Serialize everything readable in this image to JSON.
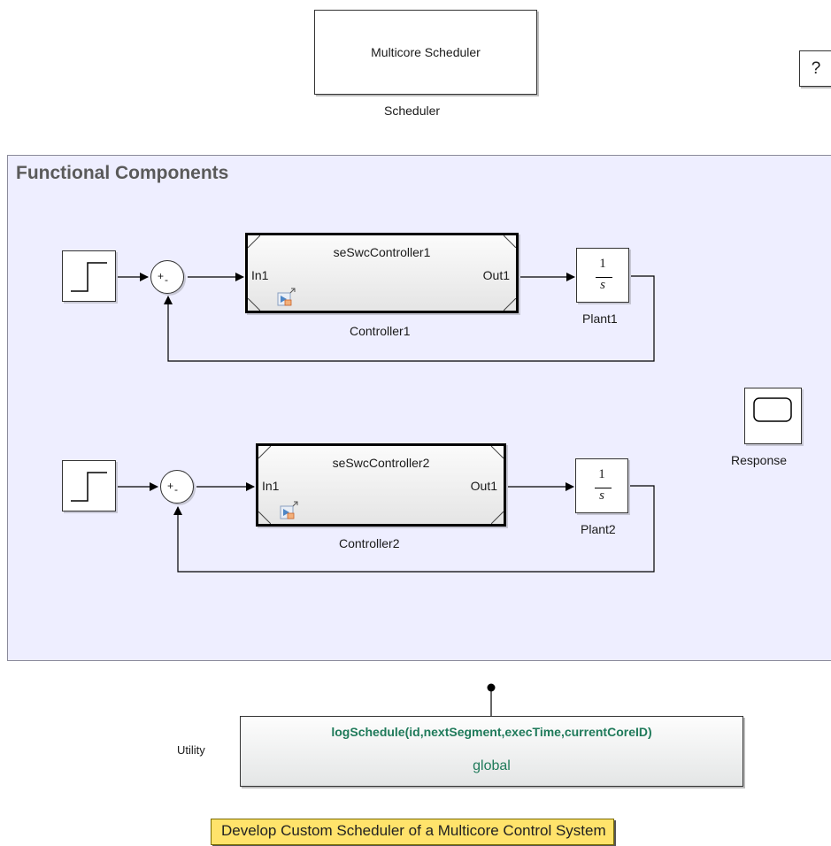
{
  "scheduler": {
    "block_text": "Multicore Scheduler",
    "label": "Scheduler"
  },
  "help": {
    "text": "?"
  },
  "area": {
    "title": "Functional Components"
  },
  "controller1": {
    "reference_name": "seSwcController1",
    "in_port": "In1",
    "out_port": "Out1",
    "label": "Controller1"
  },
  "controller2": {
    "reference_name": "seSwcController2",
    "in_port": "In1",
    "out_port": "Out1",
    "label": "Controller2"
  },
  "sum1": {
    "signs": "+",
    "minus": "-"
  },
  "sum2": {
    "signs": "+",
    "minus": "-"
  },
  "plant1": {
    "numerator": "1",
    "denominator": "s",
    "label": "Plant1"
  },
  "plant2": {
    "numerator": "1",
    "denominator": "s",
    "label": "Plant2"
  },
  "scope": {
    "label": "Response"
  },
  "utility": {
    "label": "Utility",
    "signature": "logSchedule(id,nextSegment,execTime,currentCoreID)",
    "scope": "global"
  },
  "annotation": {
    "text": "Develop Custom Scheduler of a Multicore Control System"
  },
  "colors": {
    "area_bg": "#eeeeff",
    "function_text": "#1f7a5a",
    "annotation_bg": "#ffe36b"
  }
}
